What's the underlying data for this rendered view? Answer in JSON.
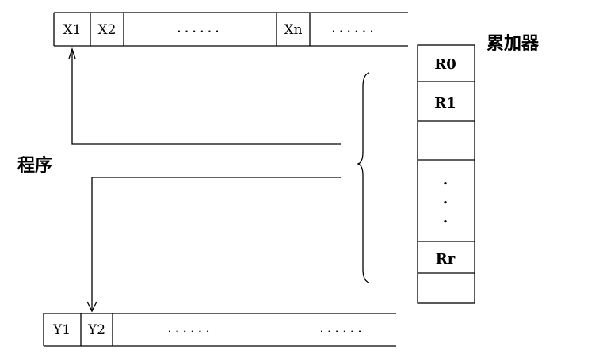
{
  "input_tape": {
    "cells": [
      "X1",
      "X2",
      "......",
      "Xn",
      "......"
    ]
  },
  "output_tape": {
    "cells": [
      "Y1",
      "Y2",
      "......",
      "......"
    ]
  },
  "accumulator": {
    "label": "累加器",
    "registers": [
      "R0",
      "R1",
      "",
      ".",
      ".",
      ".",
      "Rr",
      ""
    ]
  },
  "program": {
    "label": "程序"
  }
}
